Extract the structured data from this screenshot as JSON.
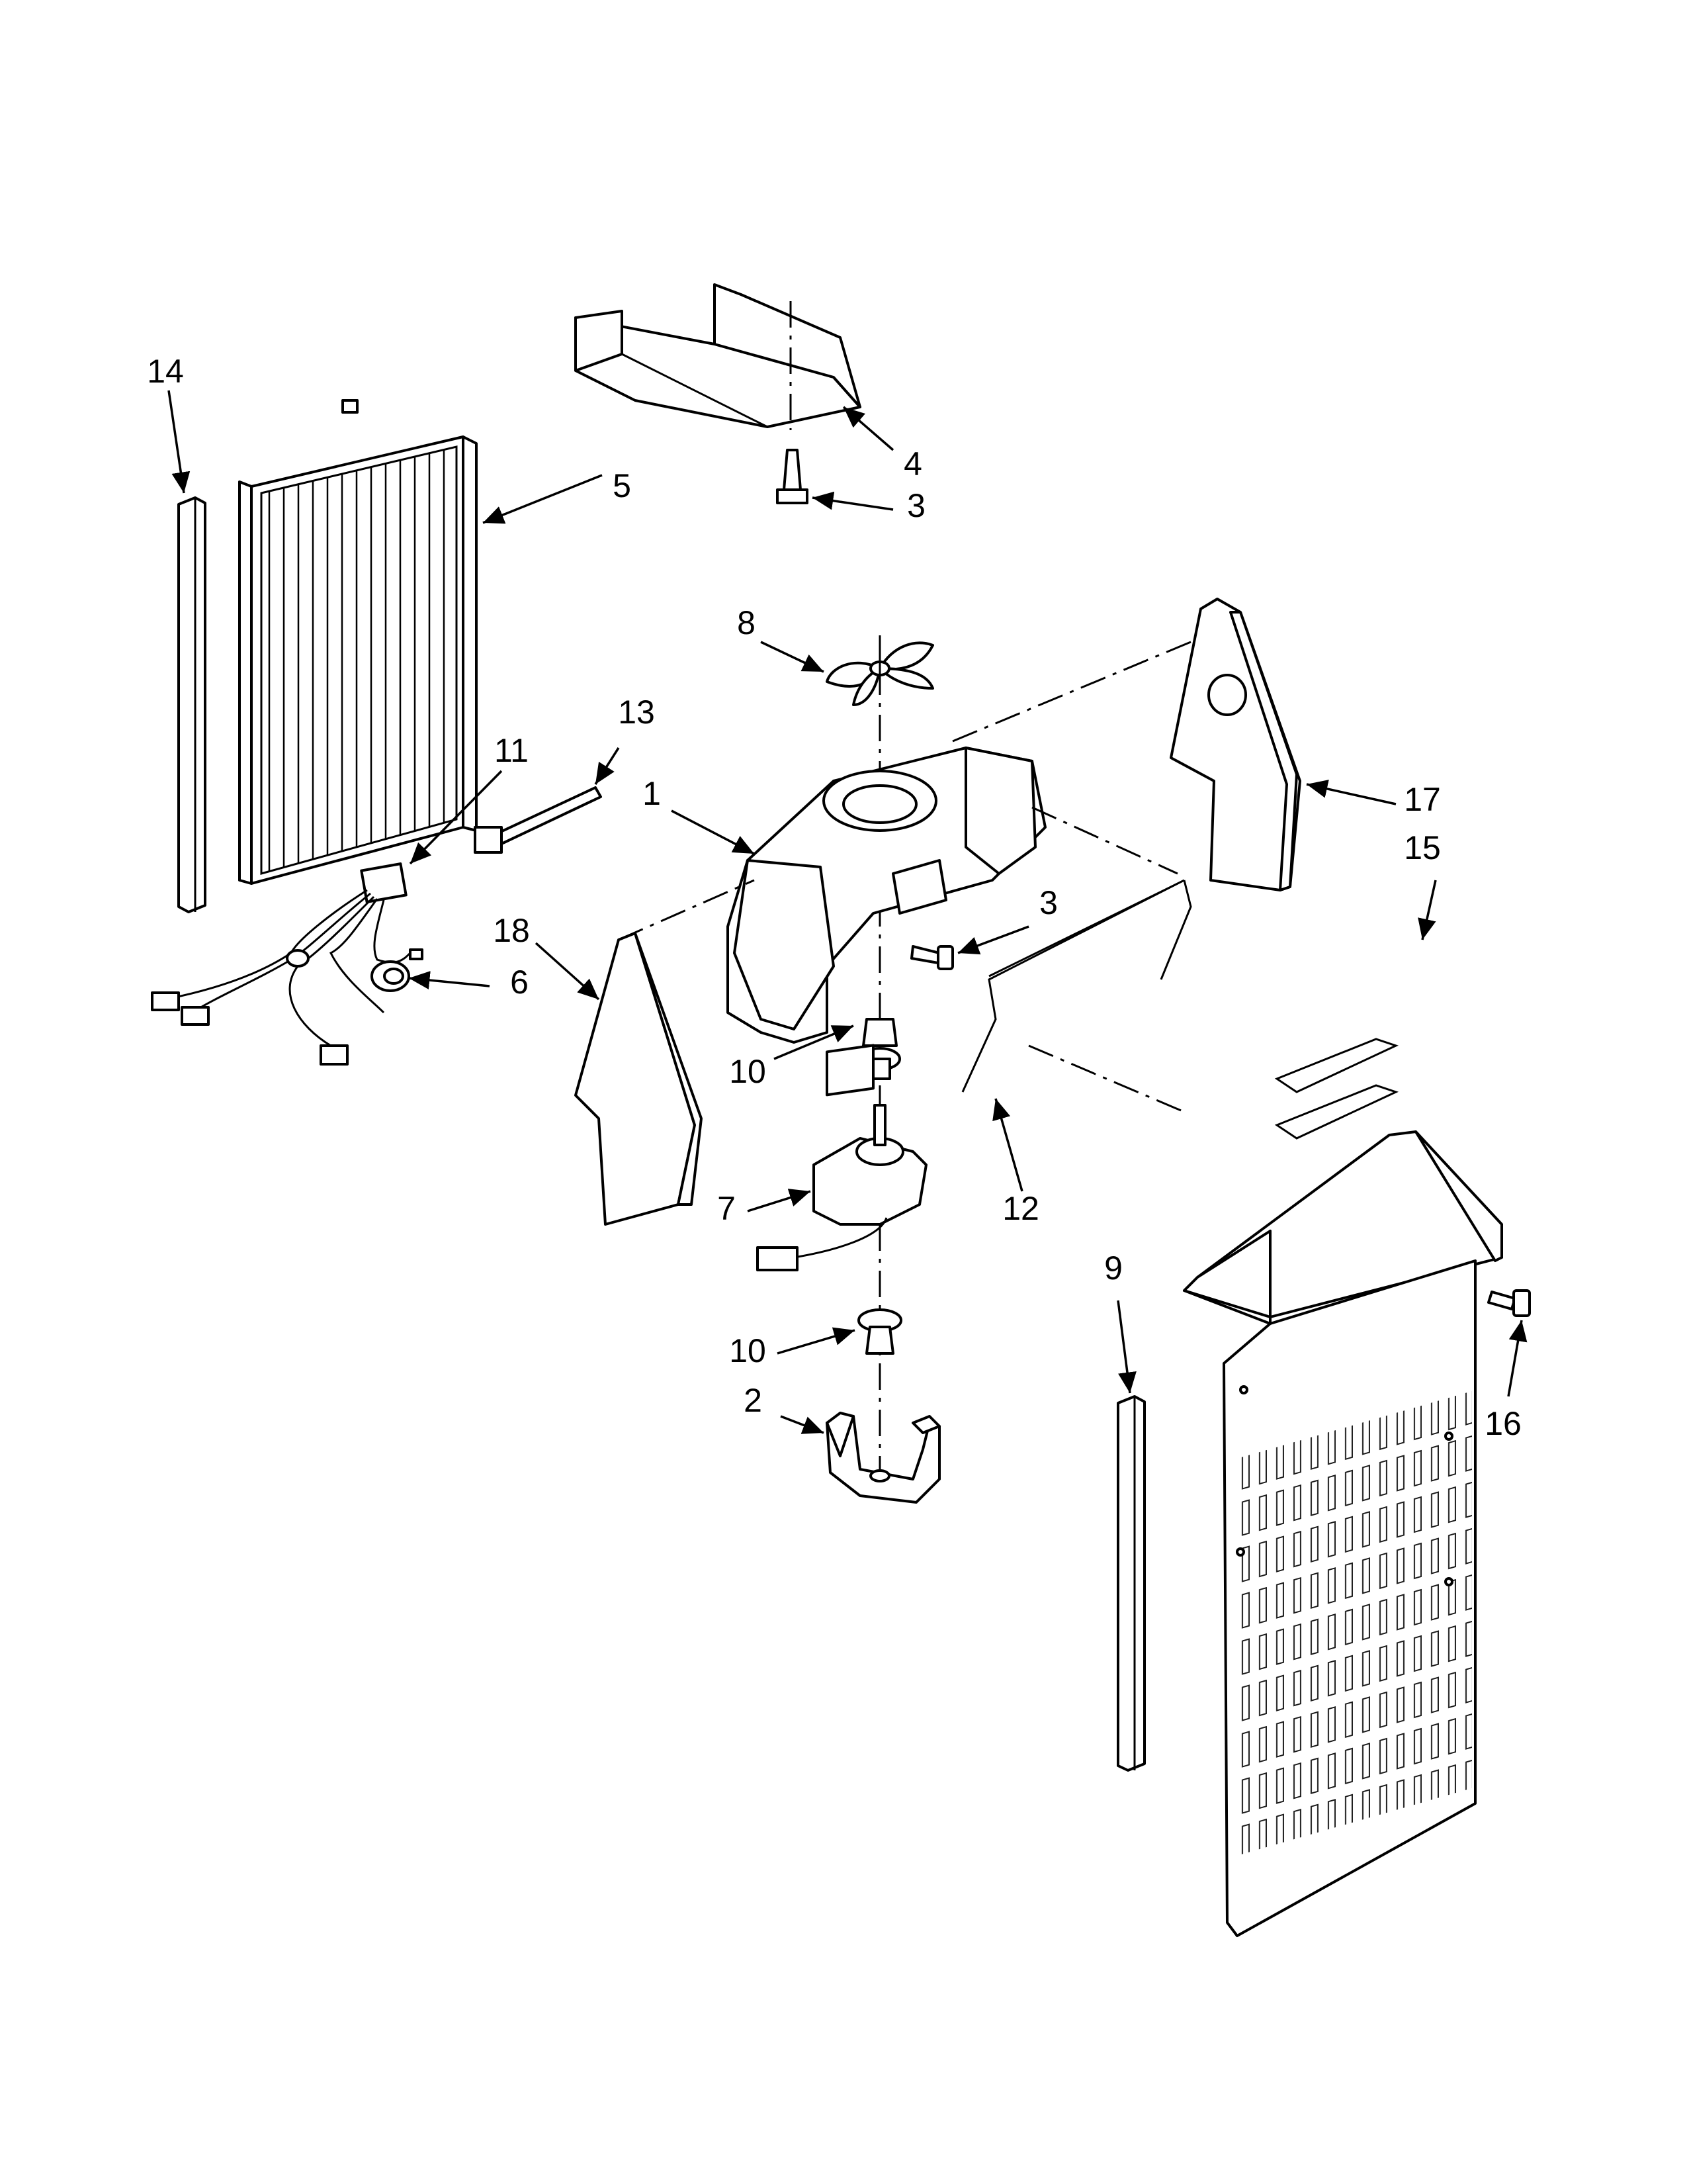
{
  "diagram": {
    "callouts": [
      {
        "id": "c14",
        "label": "14"
      },
      {
        "id": "c5",
        "label": "5"
      },
      {
        "id": "c4",
        "label": "4"
      },
      {
        "id": "c3a",
        "label": "3"
      },
      {
        "id": "c8",
        "label": "8"
      },
      {
        "id": "c13",
        "label": "13"
      },
      {
        "id": "c11",
        "label": "11"
      },
      {
        "id": "c1",
        "label": "1"
      },
      {
        "id": "c17",
        "label": "17"
      },
      {
        "id": "c15",
        "label": "15"
      },
      {
        "id": "c3b",
        "label": "3"
      },
      {
        "id": "c18",
        "label": "18"
      },
      {
        "id": "c6",
        "label": "6"
      },
      {
        "id": "c10a",
        "label": "10"
      },
      {
        "id": "c7",
        "label": "7"
      },
      {
        "id": "c12",
        "label": "12"
      },
      {
        "id": "c9",
        "label": "9"
      },
      {
        "id": "c16",
        "label": "16"
      },
      {
        "id": "c10b",
        "label": "10"
      },
      {
        "id": "c2",
        "label": "2"
      }
    ]
  }
}
